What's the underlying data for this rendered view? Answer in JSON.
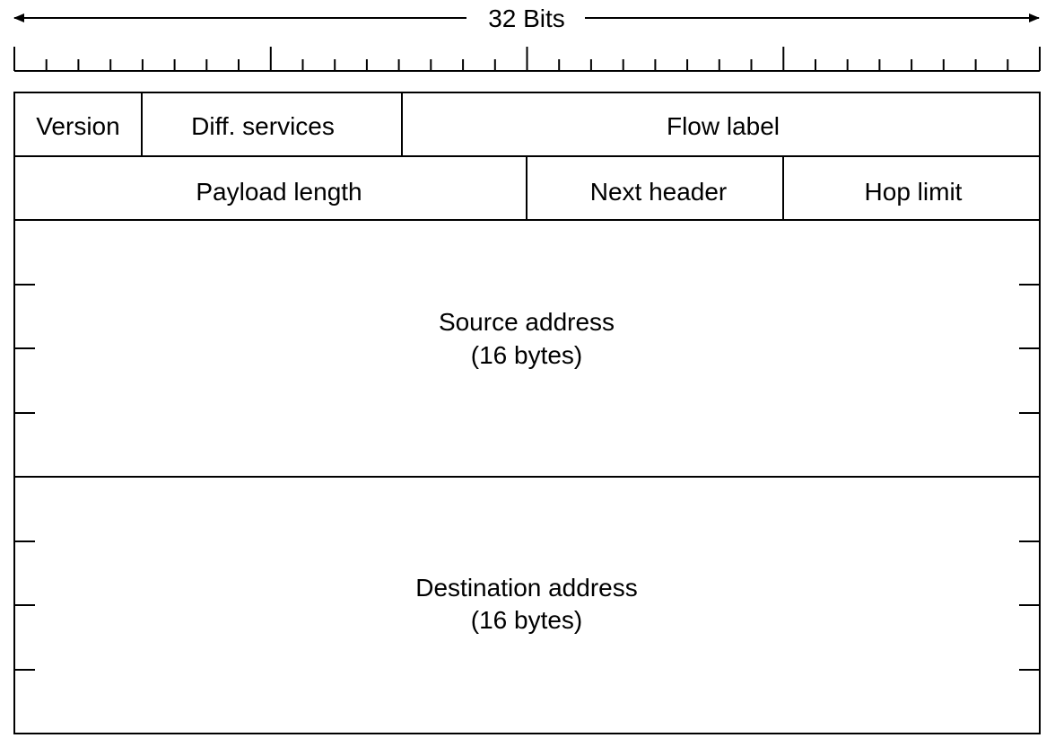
{
  "header": {
    "width_label": "32 Bits"
  },
  "fields": {
    "version": "Version",
    "diff_services": "Diff. services",
    "flow_label": "Flow label",
    "payload_length": "Payload length",
    "next_header": "Next header",
    "hop_limit": "Hop limit",
    "source_address": {
      "line1": "Source address",
      "line2": "(16 bytes)"
    },
    "destination_address": {
      "line1": "Destination address",
      "line2": "(16 bytes)"
    }
  },
  "ruler": {
    "bits": 32
  }
}
